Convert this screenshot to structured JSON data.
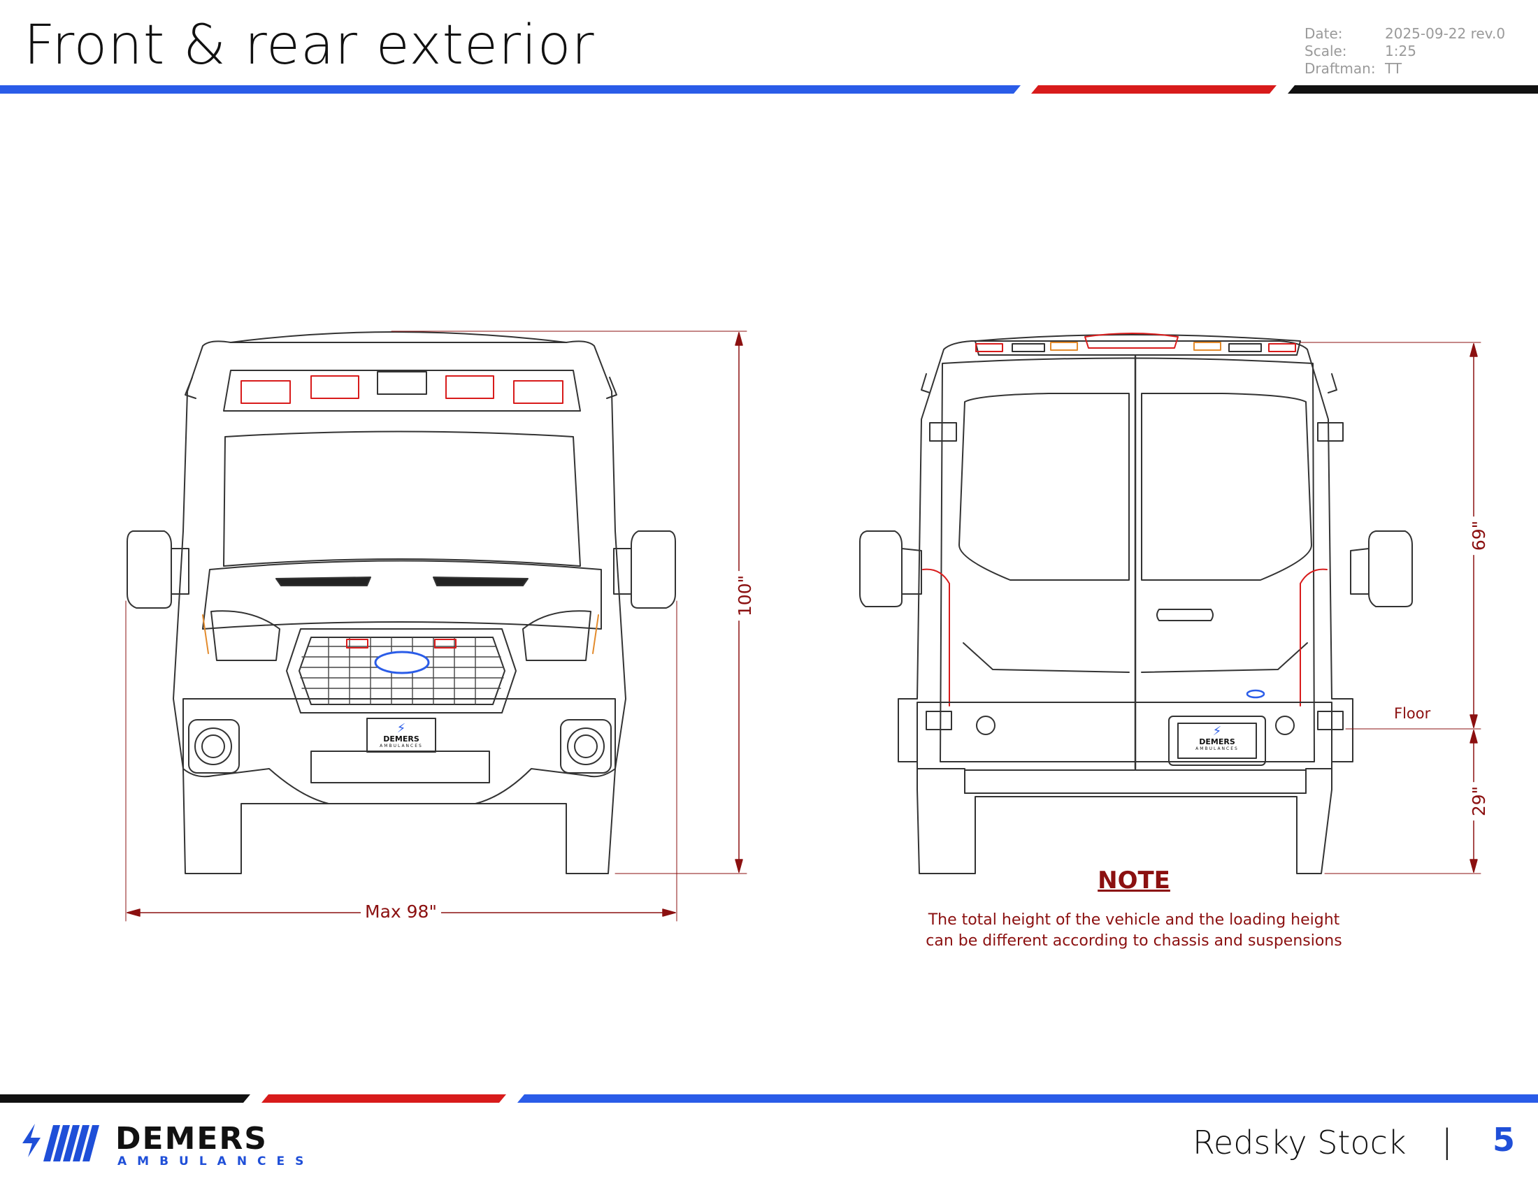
{
  "header": {
    "title": "Front & rear exterior",
    "meta": [
      {
        "key": "Date:",
        "value": "2025-09-22  rev.0"
      },
      {
        "key": "Scale:",
        "value": "1:25"
      },
      {
        "key": "Draftman:",
        "value": "TT"
      }
    ]
  },
  "colors": {
    "blue": "#2a5ce8",
    "red": "#d81b1b",
    "black": "#111111",
    "dim": "#8b1010"
  },
  "dimensions": {
    "front_height": "100\"",
    "front_width": "Max 98\"",
    "rear_upper": "69\"",
    "rear_lower": "29\"",
    "floor_label": "Floor"
  },
  "plate": {
    "brand": "DEMERS",
    "sub": "AMBULANCES"
  },
  "note": {
    "title": "NOTE",
    "line1": "The total height of the vehicle and the loading height",
    "line2": "can be different according to chassis and suspensions"
  },
  "footer": {
    "brand": "DEMERS",
    "brand_sub": "AMBULANCES",
    "title": "Redsky Stock",
    "separator": "|",
    "page": "5"
  }
}
